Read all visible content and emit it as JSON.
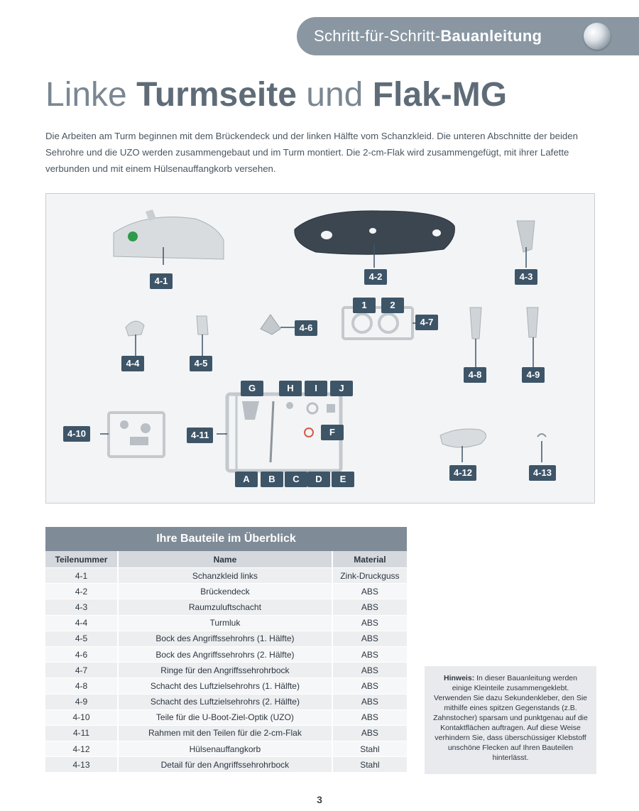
{
  "header": {
    "banner_light": "Schritt-für-Schritt-",
    "banner_bold": "Bauanleitung"
  },
  "title": {
    "part1": "Linke ",
    "part2": "Turmseite",
    "part3": " und ",
    "part4": "Flak-MG"
  },
  "intro": "Die Arbeiten am Turm beginnen mit dem Brückendeck und der linken Hälfte vom Schanzkleid. Die unteren Abschnitte der beiden Sehrohre und die UZO werden zusammengebaut und im Turm montiert. Die 2-cm-Flak wird zusammengefügt, mit ihrer Lafette verbunden und mit einem Hülsenauffangkorb versehen.",
  "photo_labels": {
    "p1": "4-1",
    "p2": "4-2",
    "p3": "4-3",
    "p4": "4-4",
    "p5": "4-5",
    "p6": "4-6",
    "p7": "4-7",
    "p8": "4-8",
    "p9": "4-9",
    "p10": "4-10",
    "p11": "4-11",
    "p12": "4-12",
    "p13": "4-13",
    "r1": "1",
    "r2": "2",
    "G": "G",
    "H": "H",
    "I": "I",
    "J": "J",
    "F": "F",
    "A": "A",
    "B": "B",
    "C": "C",
    "D": "D",
    "E": "E"
  },
  "table": {
    "title": "Ihre Bauteile im Überblick",
    "headers": [
      "Teilenummer",
      "Name",
      "Material"
    ],
    "rows": [
      [
        "4-1",
        "Schanzkleid links",
        "Zink-Druckguss"
      ],
      [
        "4-2",
        "Brückendeck",
        "ABS"
      ],
      [
        "4-3",
        "Raumzuluftschacht",
        "ABS"
      ],
      [
        "4-4",
        "Turmluk",
        "ABS"
      ],
      [
        "4-5",
        "Bock des Angriffssehrohrs (1. Hälfte)",
        "ABS"
      ],
      [
        "4-6",
        "Bock des Angriffssehrohrs (2. Hälfte)",
        "ABS"
      ],
      [
        "4-7",
        "Ringe für den Angriffssehrohrbock",
        "ABS"
      ],
      [
        "4-8",
        "Schacht des Luftzielsehrohrs (1. Hälfte)",
        "ABS"
      ],
      [
        "4-9",
        "Schacht des Luftzielsehrohrs (2. Hälfte)",
        "ABS"
      ],
      [
        "4-10",
        "Teile für die U-Boot-Ziel-Optik (UZO)",
        "ABS"
      ],
      [
        "4-11",
        "Rahmen mit den Teilen für die 2-cm-Flak",
        "ABS"
      ],
      [
        "4-12",
        "Hülsenauffangkorb",
        "Stahl"
      ],
      [
        "4-13",
        "Detail für den Angriffssehrohrbock",
        "Stahl"
      ]
    ]
  },
  "note": {
    "label": "Hinweis:",
    "text": " In dieser Bauanleitung werden einige Kleinteile zusammengeklebt. Verwenden Sie dazu Sekundenkleber, den Sie mithilfe eines spitzen Gegenstands (z.B. Zahnstocher) sparsam und punktgenau auf die Kontaktflächen auftragen. Auf diese Weise verhindern Sie, dass überschüssiger Klebstoff unschöne Flecken auf Ihren Bauteilen hinterlässt."
  },
  "page_number": "3"
}
